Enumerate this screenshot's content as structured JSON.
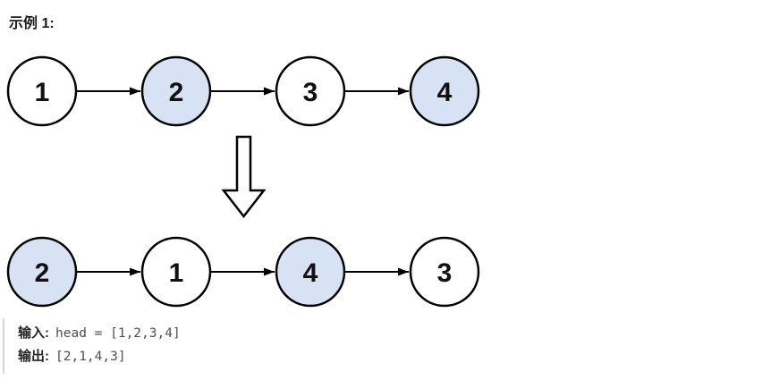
{
  "title": {
    "example_label": "示例 1:"
  },
  "diagram": {
    "colors": {
      "highlight_fill": "#d7e3f4",
      "default_fill": "#ffffff",
      "stroke": "#000000"
    },
    "before": [
      {
        "value": "1",
        "highlight": false
      },
      {
        "value": "2",
        "highlight": true
      },
      {
        "value": "3",
        "highlight": false
      },
      {
        "value": "4",
        "highlight": true
      }
    ],
    "after": [
      {
        "value": "2",
        "highlight": true
      },
      {
        "value": "1",
        "highlight": false
      },
      {
        "value": "4",
        "highlight": true
      },
      {
        "value": "3",
        "highlight": false
      }
    ]
  },
  "io": {
    "input_label": "输入:",
    "input_value": "head = [1,2,3,4]",
    "output_label": "输出:",
    "output_value": "[2,1,4,3]"
  }
}
